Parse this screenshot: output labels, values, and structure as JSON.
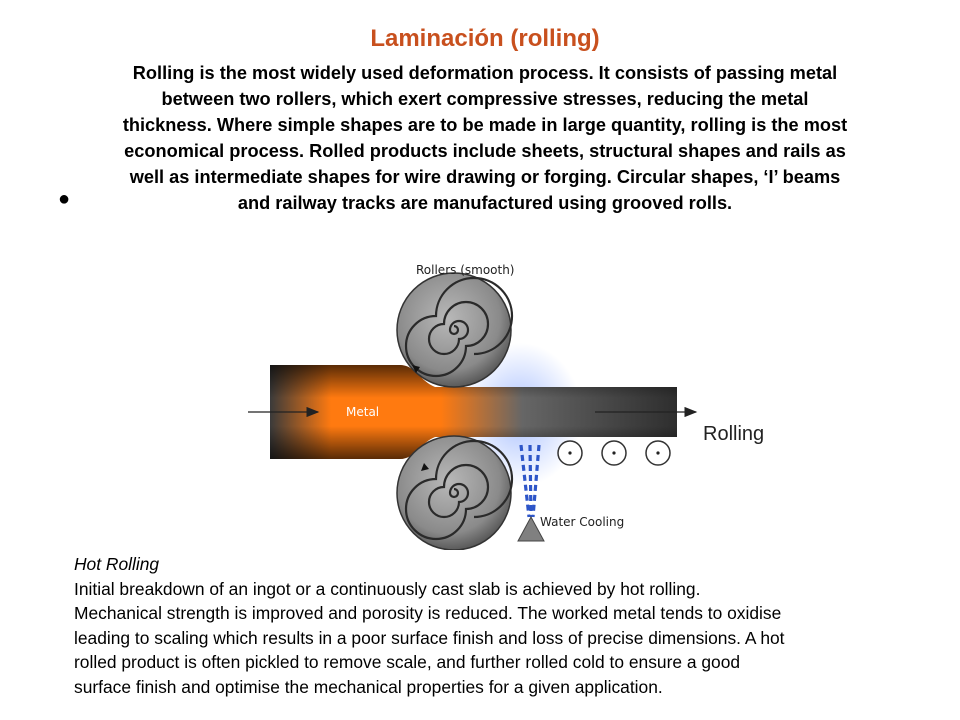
{
  "title": "Laminación (rolling)",
  "intro_lines": [
    "Rolling is the most widely used deformation process. It consists of passing metal",
    "between two rollers, which exert compressive stresses, reducing the metal",
    "thickness. Where simple shapes are to be made in large quantity, rolling is the most",
    "economical process. Rolled products include sheets, structural shapes and rails as",
    "well as intermediate shapes for wire drawing or forging. Circular shapes, ‘I’ beams",
    "and railway tracks are manufactured using grooved  rolls."
  ],
  "bullet_glyph": "●",
  "figure": {
    "rollers_label": "Rollers (smooth)",
    "metal_label": "Metal",
    "direction_label": "Rolling",
    "cooling_label": "Water Cooling",
    "colors": {
      "hot_metal": "#ff7a10",
      "cool_metal": "#3c3c3c",
      "roller": "#808080",
      "water": "#2d55c8",
      "arrow": "#222222"
    }
  },
  "hot_rolling": {
    "heading": "Hot Rolling",
    "lines": [
      "Initial breakdown of an ingot or a continuously cast slab is achieved by hot rolling.",
      "Mechanical strength is improved and porosity is reduced. The worked metal tends to oxidise",
      "leading to scaling which results in a poor surface finish and loss of precise dimensions. A hot",
      "rolled product is often pickled to remove scale, and further rolled cold to ensure a good",
      "surface finish and optimise the mechanical properties for a given application."
    ]
  }
}
